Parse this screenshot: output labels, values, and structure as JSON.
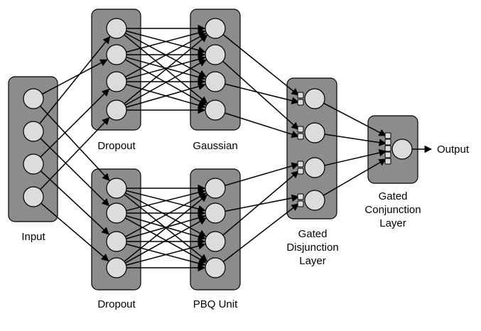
{
  "labels": {
    "input": "Input",
    "dropout_top": "Dropout",
    "gaussian": "Gaussian",
    "dropout_bottom": "Dropout",
    "pbq_unit": "PBQ Unit",
    "gated_disjunction": [
      "Gated",
      "Disjunction",
      "Layer"
    ],
    "gated_conjunction": [
      "Gated",
      "Conjunction",
      "Layer"
    ],
    "output": "Output"
  },
  "colors": {
    "box_fill": "#8c8c8c",
    "node_fill": "#dcdcdc",
    "stroke": "#000000",
    "background": "#ffffff"
  }
}
